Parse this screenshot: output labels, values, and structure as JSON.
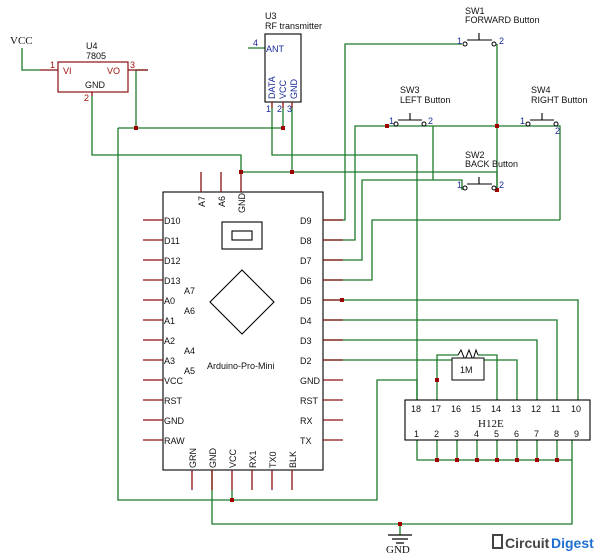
{
  "power": {
    "vcc": "VCC",
    "gnd": "GND"
  },
  "regulator": {
    "ref": "U4",
    "value": "7805",
    "vi": "VI",
    "vo": "VO",
    "gnd": "GND",
    "pin1": "1",
    "pin2": "2",
    "pin3": "3"
  },
  "transmitter": {
    "ref": "U3",
    "value": "RF transmitter",
    "ant": "ANT",
    "data": "DATA",
    "vcc": "VCC",
    "gnd": "GND",
    "pin_ant": "4",
    "pin1": "1",
    "pin2": "2",
    "pin3": "3"
  },
  "switches": {
    "sw1": {
      "ref": "SW1",
      "value": "FORWARD Button",
      "p1": "1",
      "p2": "2"
    },
    "sw2": {
      "ref": "SW2",
      "value": "BACK Button",
      "p1": "1",
      "p2": "2"
    },
    "sw3": {
      "ref": "SW3",
      "value": "LEFT Button",
      "p1": "1",
      "p2": "2"
    },
    "sw4": {
      "ref": "SW4",
      "value": "RIGHT Button",
      "p1": "1",
      "p2": "2"
    }
  },
  "arduino": {
    "name": "Arduino-Pro-Mini",
    "top_pins": [
      "A7",
      "A6",
      "GND"
    ],
    "left_pins": [
      "D10",
      "D11",
      "D12",
      "D13",
      "A0",
      "A1",
      "A2",
      "A3",
      "VCC",
      "RST",
      "GND",
      "RAW"
    ],
    "left_alt": [
      "A7",
      "A6",
      "A4",
      "A5"
    ],
    "right_pins": [
      "D9",
      "D8",
      "D7",
      "D6",
      "D5",
      "D4",
      "D3",
      "D2",
      "GND",
      "RST",
      "RX",
      "TX"
    ],
    "bottom_pins": [
      "GRN",
      "GND",
      "VCC",
      "RX1",
      "TX0",
      "BLK"
    ]
  },
  "encoder": {
    "name": "H12E",
    "top_pins": [
      "18",
      "17",
      "16",
      "15",
      "14",
      "13",
      "12",
      "11",
      "10"
    ],
    "bottom_pins": [
      "1",
      "2",
      "3",
      "4",
      "5",
      "6",
      "7",
      "8",
      "9"
    ],
    "resistor": "1M"
  },
  "ground_label": "GND",
  "brand": {
    "part1": "Circuit",
    "part2": "Digest"
  }
}
